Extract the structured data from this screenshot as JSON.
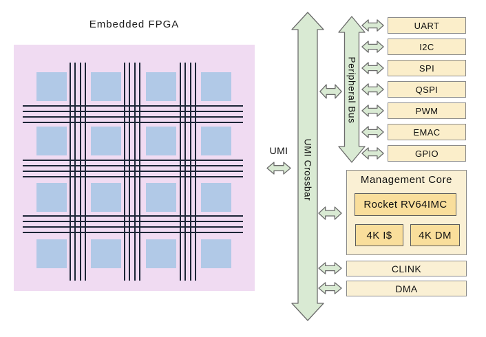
{
  "title": "Embedded FPGA",
  "fabric": {
    "rows": 4,
    "cols": 4,
    "wires_per_channel": 4
  },
  "umi_label": "UMI",
  "crossbar_label": "UMI Crossbar",
  "peripheral_bus_label": "Peripheral Bus",
  "peripherals": [
    "UART",
    "I2C",
    "SPI",
    "QSPI",
    "PWM",
    "EMAC",
    "GPIO"
  ],
  "management": {
    "title": "Management Core",
    "cpu": "Rocket RV64IMC",
    "icache": "4K I$",
    "dmem": "4K DM"
  },
  "links": [
    "CLINK",
    "DMA"
  ],
  "colors": {
    "fabric_bg": "#F0DBF2",
    "logic_block": "#B1C9E7",
    "wire": "#1B2536",
    "arrow_fill": "#D9EAD3",
    "arrow_border": "#6b6b6b",
    "box_fill": "#FBEECA",
    "container_fill": "#FAF0D4",
    "core_fill": "#F9DE9B"
  }
}
